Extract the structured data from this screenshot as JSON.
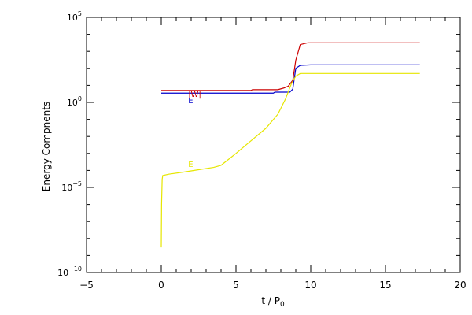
{
  "chart_data": {
    "type": "line",
    "title": "",
    "xlabel": "t / P",
    "xlabel_subscript": "0",
    "ylabel": "Energy Compnents",
    "xlim": [
      -5,
      20
    ],
    "ylim": [
      1e-10,
      100000.0
    ],
    "y_scale": "log",
    "grid": false,
    "x_ticks": [
      -5,
      0,
      5,
      10,
      15,
      20
    ],
    "x_minor_step": 1,
    "y_ticks": [
      {
        "base": "10",
        "exp": "-10",
        "value": 1e-10
      },
      {
        "base": "10",
        "exp": "-5",
        "value": 1e-05
      },
      {
        "base": "10",
        "exp": "0",
        "value": 1
      },
      {
        "base": "10",
        "exp": "5",
        "value": 100000.0
      }
    ],
    "annotations": [
      {
        "text": "|W|",
        "x": 1.8,
        "y": 2.1,
        "color": "#cc0000"
      },
      {
        "text": "E",
        "x": 1.8,
        "y": 0.9,
        "color": "#0000cc"
      },
      {
        "text": "E",
        "x": 1.8,
        "y": 0.00016,
        "color": "#e6e600"
      }
    ],
    "series": [
      {
        "color": "#cc0000",
        "points": [
          [
            0,
            5
          ],
          [
            6,
            5
          ],
          [
            6.1,
            5.6
          ],
          [
            7.8,
            5.6
          ],
          [
            8.2,
            7
          ],
          [
            8.5,
            9
          ],
          [
            8.8,
            20
          ],
          [
            9.0,
            300
          ],
          [
            9.3,
            2500
          ],
          [
            9.8,
            3200
          ],
          [
            12,
            3200
          ],
          [
            17.3,
            3200
          ]
        ]
      },
      {
        "color": "#0000cc",
        "points": [
          [
            0,
            3.5
          ],
          [
            7.5,
            3.5
          ],
          [
            7.6,
            4
          ],
          [
            8.6,
            4
          ],
          [
            8.8,
            6
          ],
          [
            8.9,
            25
          ],
          [
            9.0,
            100
          ],
          [
            9.3,
            150
          ],
          [
            10,
            160
          ],
          [
            17.3,
            160
          ]
        ]
      },
      {
        "color": "#e6e600",
        "points": [
          [
            0,
            3e-09
          ],
          [
            0.02,
            1e-06
          ],
          [
            0.06,
            3e-05
          ],
          [
            0.1,
            5e-05
          ],
          [
            0.5,
            6e-05
          ],
          [
            1.5,
            8e-05
          ],
          [
            2.5,
            0.00011
          ],
          [
            3.5,
            0.00015
          ],
          [
            4.0,
            0.0002
          ],
          [
            5.0,
            0.001
          ],
          [
            6.0,
            0.0055
          ],
          [
            7.0,
            0.03
          ],
          [
            7.8,
            0.2
          ],
          [
            8.3,
            1.5
          ],
          [
            8.7,
            12
          ],
          [
            9.0,
            35
          ],
          [
            9.3,
            50
          ],
          [
            10,
            50
          ],
          [
            17.3,
            50
          ]
        ]
      }
    ]
  }
}
